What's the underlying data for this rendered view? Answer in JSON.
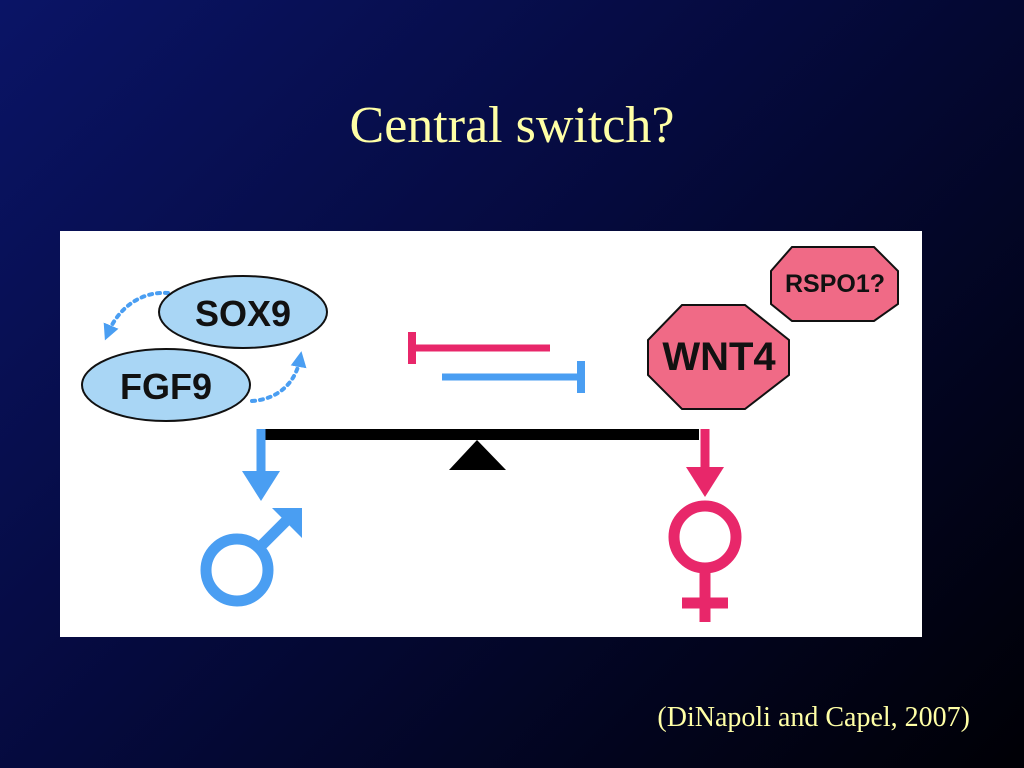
{
  "slide": {
    "title": "Central switch?",
    "citation": "(DiNapoli and Capel, 2007)"
  },
  "diagram": {
    "male_factors": [
      {
        "label": "SOX9"
      },
      {
        "label": "FGF9"
      }
    ],
    "female_factors": [
      {
        "label": "WNT4"
      },
      {
        "label": "RSPO1?"
      }
    ],
    "colors": {
      "male": "#4a9ef2",
      "female": "#e8276a",
      "male_node_fill": "#a9d6f5",
      "female_node_fill": "#f06a86",
      "balance": "#000000",
      "title_text": "#ffffa6"
    },
    "symbols": {
      "male": "male-symbol-icon",
      "female": "female-symbol-icon"
    }
  }
}
